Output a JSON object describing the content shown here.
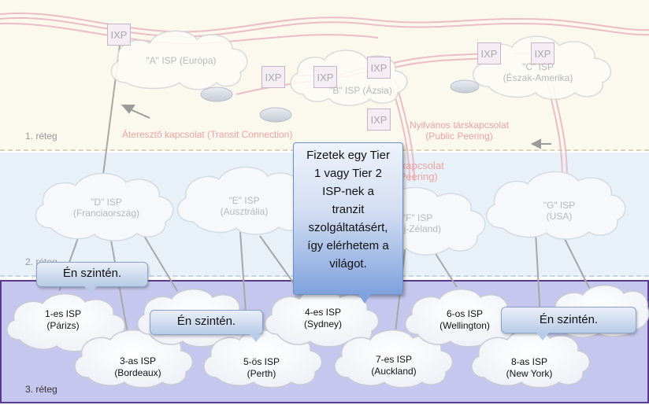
{
  "layers": {
    "layer1": "1. réteg",
    "layer2": "2. réteg",
    "layer3": "3. réteg"
  },
  "tier1": {
    "isp_a": {
      "name": "\"A\" ISP",
      "place": "(Európa)"
    },
    "isp_b": {
      "name": "\"B\" ISP",
      "place": "(Ázsia)"
    },
    "isp_c": {
      "name": "\"C\" ISP",
      "place": "(Észak-Amerika)"
    },
    "ixp_label": "IXP",
    "transit_label": "Áteresztő kapcsolat (Transit Connection)",
    "peering_label_1": "Nyilvános társkapcsolat",
    "peering_label_2": "(Public Peering)",
    "private_label_1": "Privát társkapcsolat",
    "private_label_2": "(Private Peering)"
  },
  "tier2": {
    "isp_d": {
      "name": "\"D\" ISP",
      "place": "(Franciaország)"
    },
    "isp_e": {
      "name": "\"E\" ISP",
      "place": "(Ausztrália)"
    },
    "isp_f": {
      "name": "\"F\" ISP",
      "place": "(Új-Zéland)"
    },
    "isp_g": {
      "name": "\"G\" ISP",
      "place": "(USA)"
    }
  },
  "tier3": {
    "isp1": {
      "name": "1-es ISP",
      "place": "(Párizs)"
    },
    "isp3": {
      "name": "3-as ISP",
      "place": "(Bordeaux)"
    },
    "isp4": {
      "name": "4-es ISP",
      "place": "(Sydney)"
    },
    "isp5": {
      "name": "5-ös ISP",
      "place": "(Perth)"
    },
    "isp6": {
      "name": "6-os ISP",
      "place": "(Wellington)"
    },
    "isp7": {
      "name": "7-es ISP",
      "place": "(Auckland)"
    },
    "isp8": {
      "name": "8-as ISP",
      "place": "(New York)"
    }
  },
  "callout": {
    "lines": [
      "Fizetek egy Tier",
      "1 vagy Tier 2",
      "ISP-nek a",
      "tranzit",
      "szolgáltatásért,",
      "így elérhetem a",
      "világot."
    ]
  },
  "bubbles": {
    "left": "Én szintén.",
    "middle": "Én szintén.",
    "right": "Én szintén."
  },
  "colors": {
    "layer1_bg": "#fbf8ee",
    "layer2_bg": "#e8f0f8",
    "layer3_bg": "#c6c7ee",
    "layer3_border": "#5a3a8f",
    "link_pink": "#eab3c0",
    "callout_blue": "#7fa1dd"
  }
}
